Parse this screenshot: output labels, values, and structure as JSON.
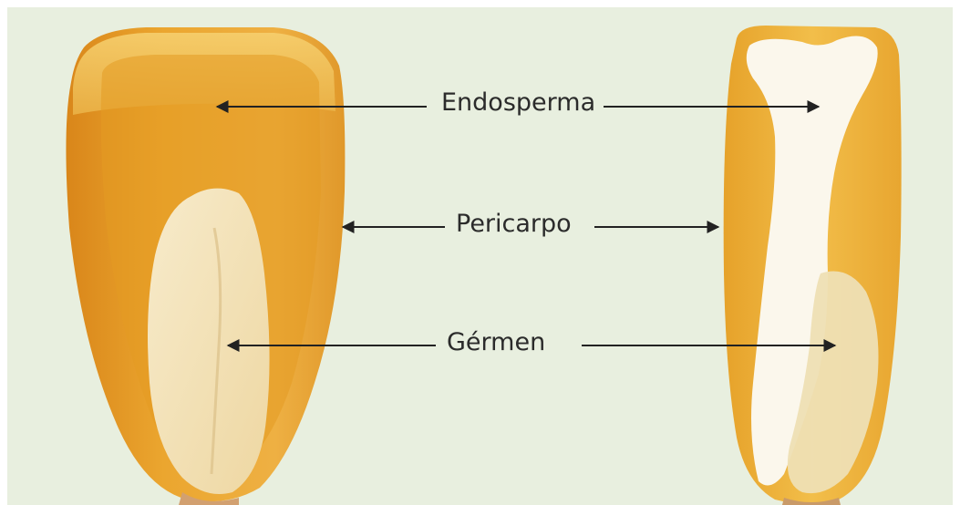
{
  "labels": {
    "endosperma": "Endosperma",
    "pericarpo": "Pericarpo",
    "germen": "Gérmen"
  },
  "colors": {
    "background": "#e8efdf",
    "arrow": "#222222",
    "pericarp": "#e9a72e",
    "endosperm_left": "#e39b22",
    "germ": "#f3e4bc",
    "endosperm_right": "#fbf6ea",
    "endosperm_right_yellow": "#f0b432"
  }
}
